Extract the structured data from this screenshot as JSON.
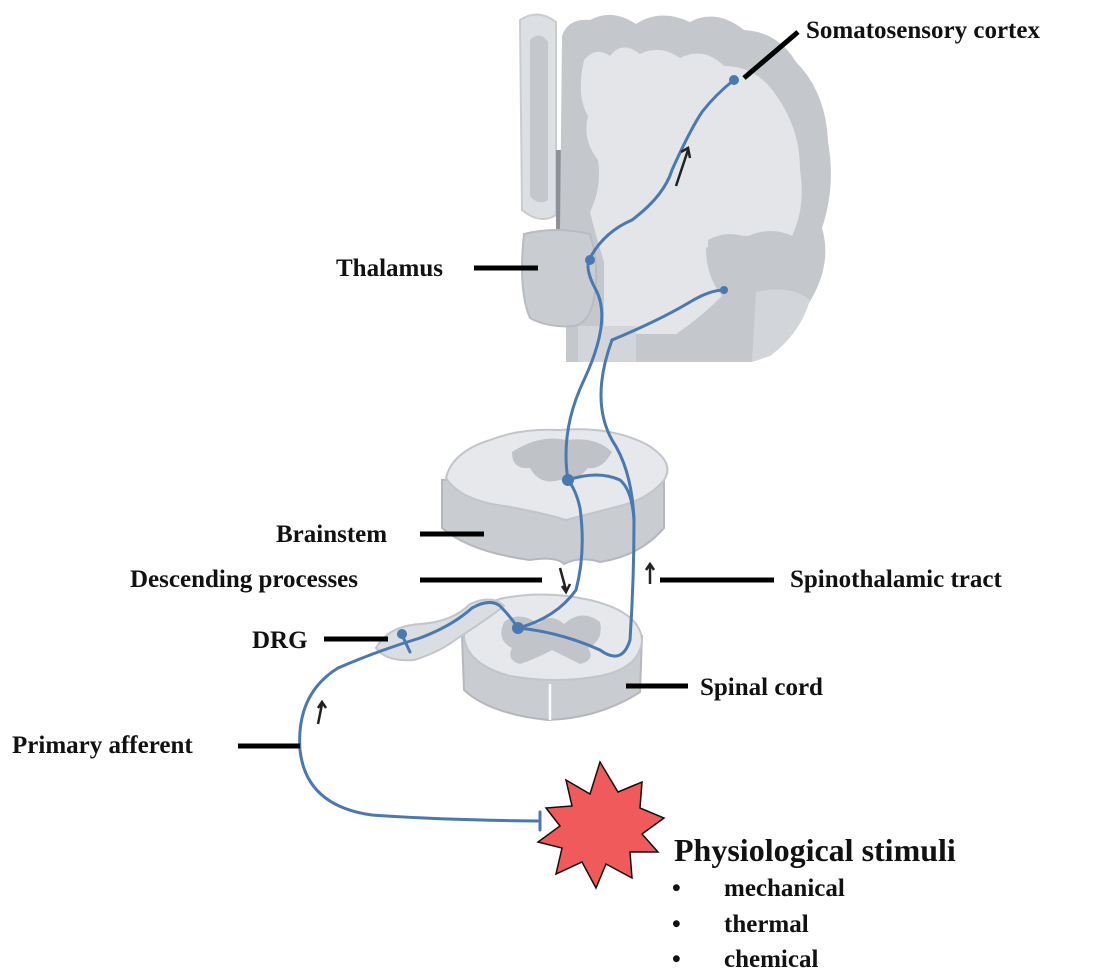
{
  "labels": {
    "somatosensory_cortex": "Somatosensory cortex",
    "thalamus": "Thalamus",
    "brainstem": "Brainstem",
    "descending_processes": "Descending processes",
    "spinothalamic_tract": "Spinothalamic tract",
    "drg": "DRG",
    "spinal_cord": "Spinal cord",
    "primary_afferent": "Primary afferent"
  },
  "stimuli": {
    "title": "Physiological stimuli",
    "bullet": "•",
    "items": [
      "mechanical",
      "thermal",
      "chemical"
    ]
  },
  "colors": {
    "pathway": "#4a78b0",
    "tissue_dark": "#b8bcc2",
    "tissue_light": "#e4e6e9",
    "stimulus": "#f05a5a",
    "leader_line": "#000000"
  }
}
